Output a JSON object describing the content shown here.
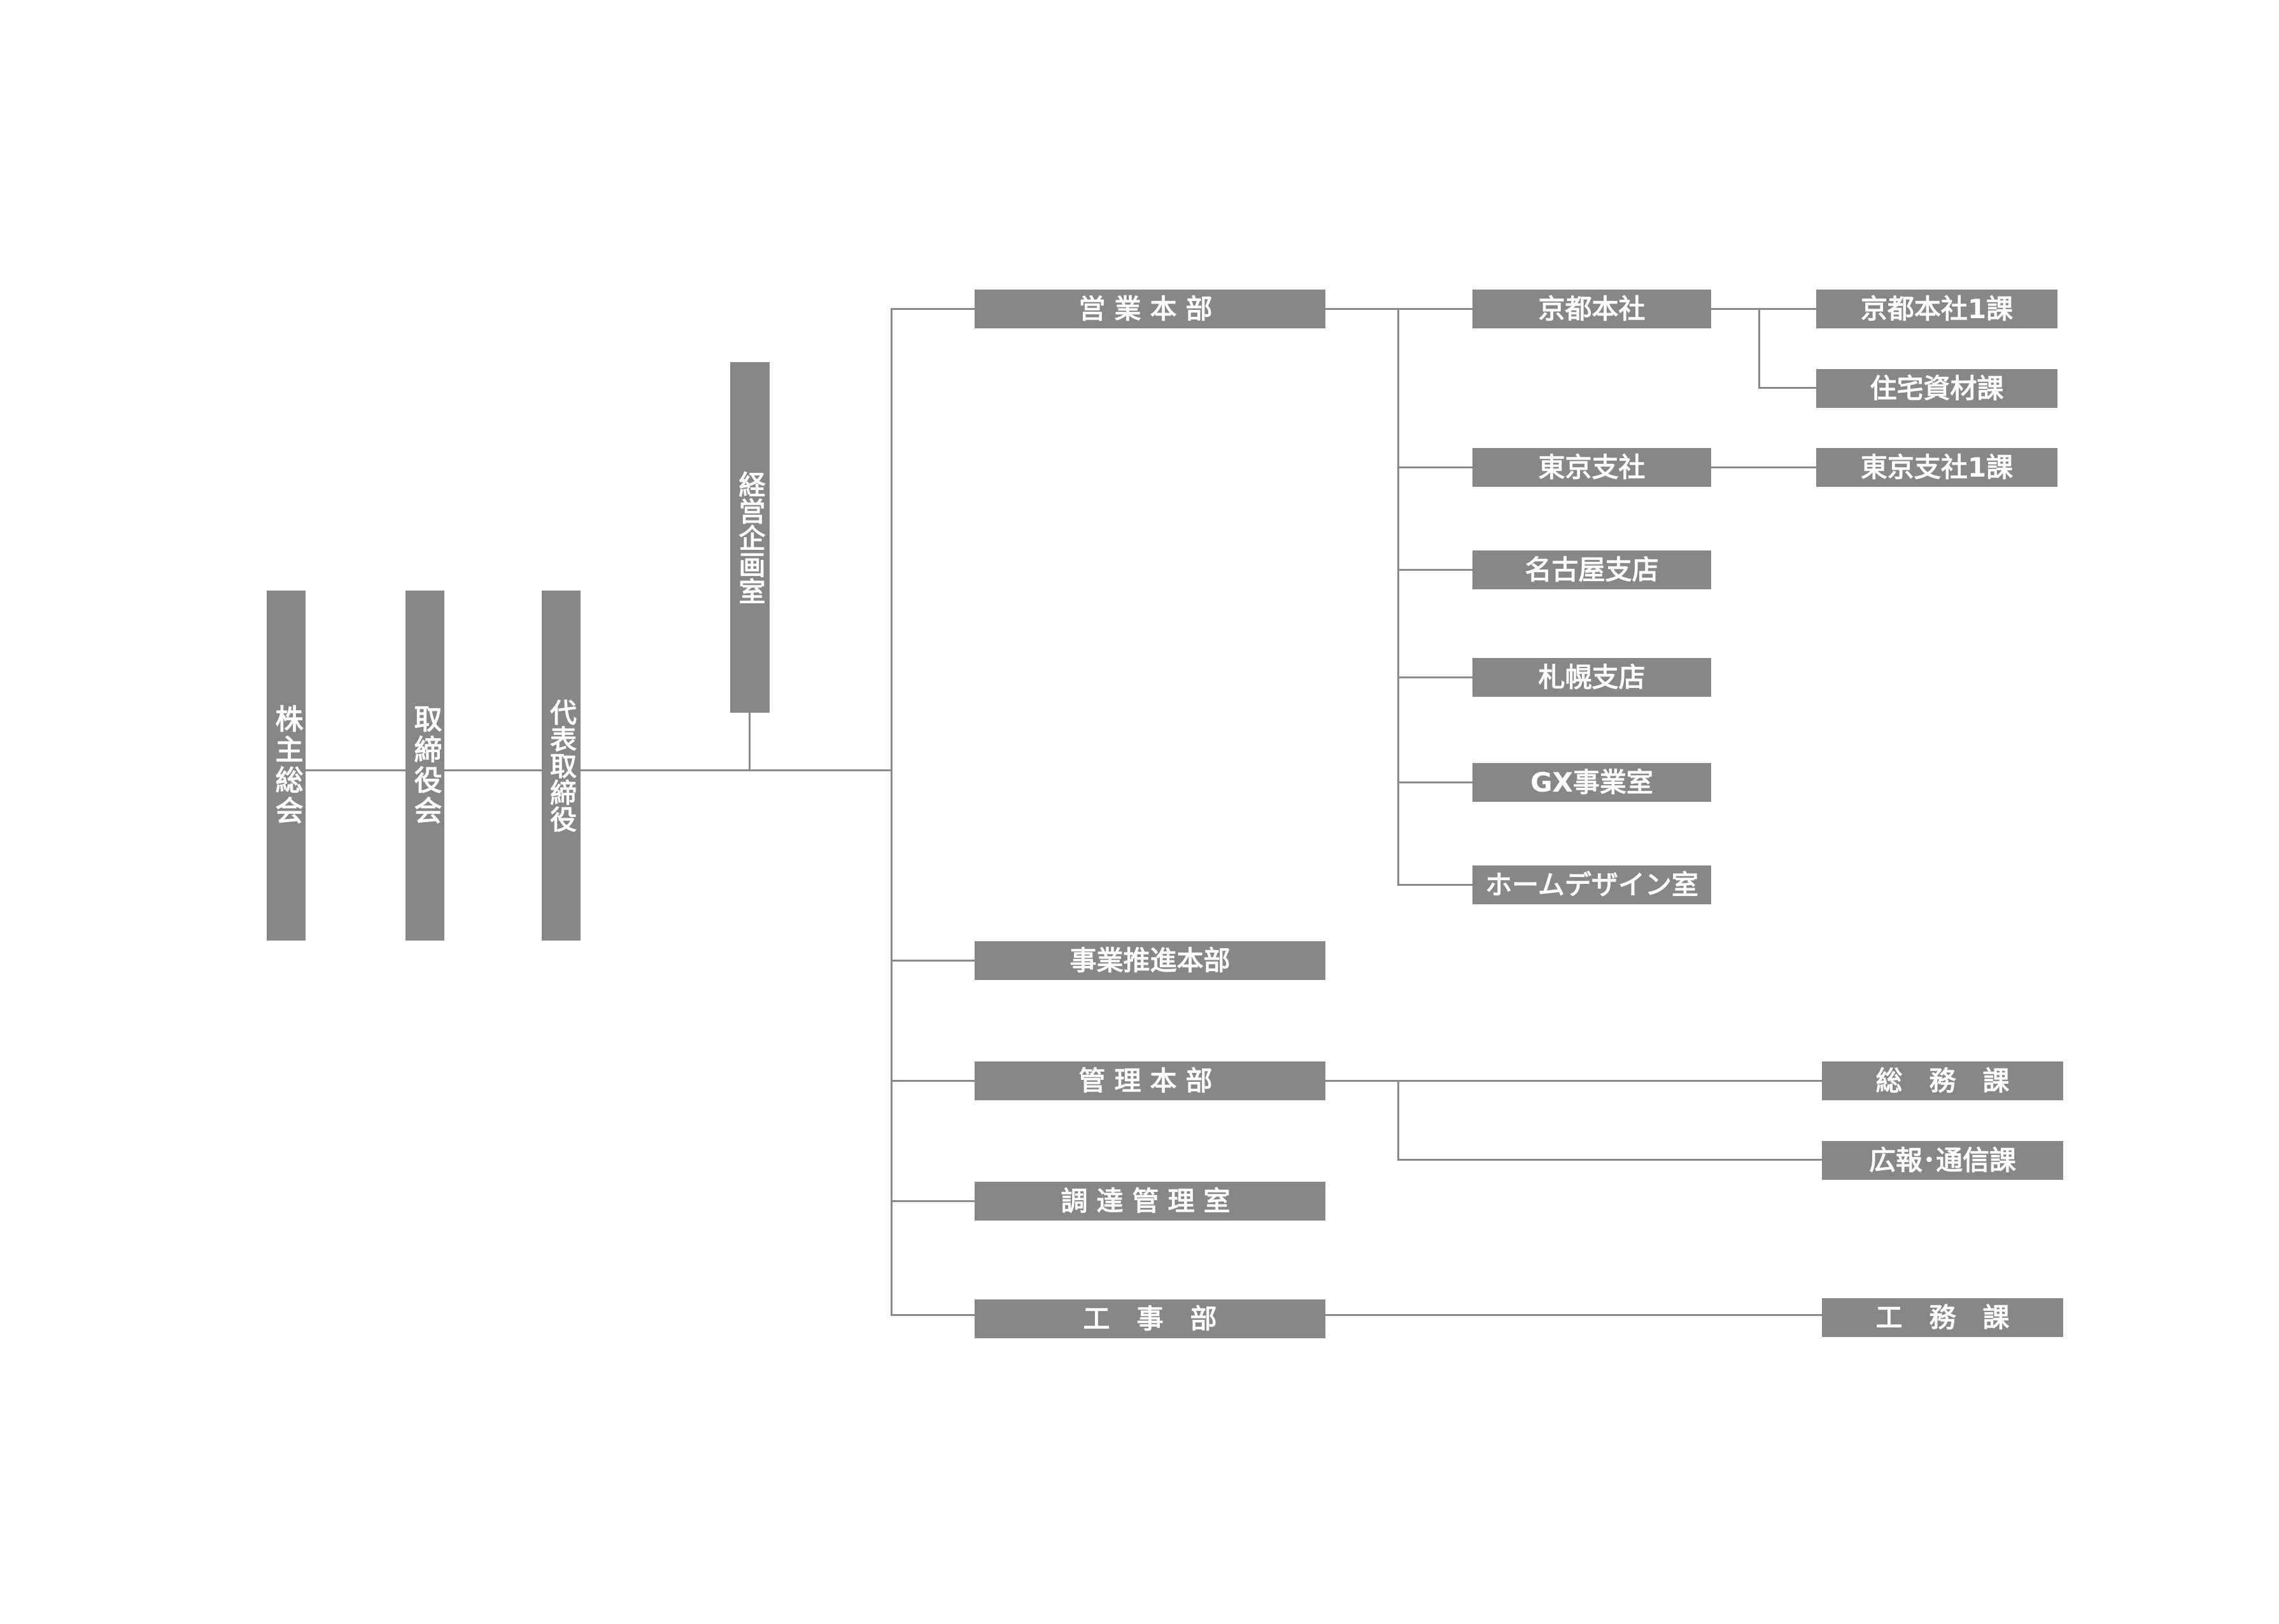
{
  "colors": {
    "box": "#878787",
    "text": "#ffffff",
    "line": "#8a8a8a"
  },
  "org": {
    "shareholders": "株主総会",
    "board": "取締役会",
    "ceo": "代表取締役",
    "planning": "経営企画室",
    "sales_hq": "営業本部",
    "kyoto_hq": "京都本社",
    "kyoto_sec1": "京都本社1課",
    "housing_materials": "住宅資材課",
    "tokyo_branch": "東京支社",
    "tokyo_sec1": "東京支社1課",
    "nagoya": "名古屋支店",
    "sapporo": "札幌支店",
    "gx": "GX事業室",
    "home_design": "ホームデザイン室",
    "biz_promo": "事業推進本部",
    "admin_hq": "管理本部",
    "general_affairs": "総　務　課",
    "pr": "広報･通信課",
    "procurement": "調達管理室",
    "construction": "工　事　部",
    "works": "工　務　課"
  }
}
